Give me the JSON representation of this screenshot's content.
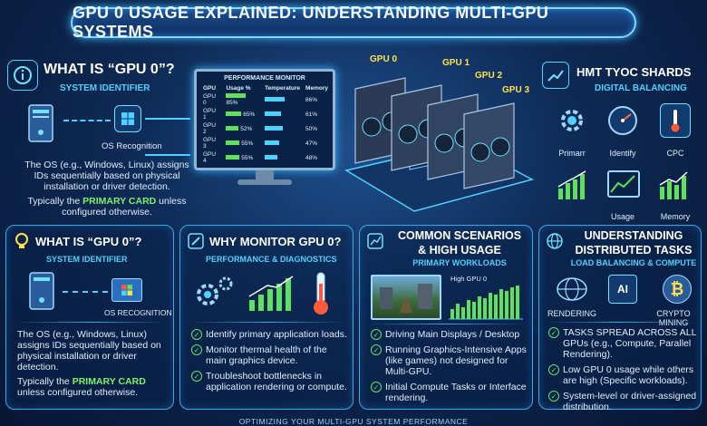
{
  "title": "GPU 0 Usage Explained: Understanding Multi-GPU Systems",
  "top_left": {
    "heading": "What is “GPU 0”?",
    "subheading": "System Identifier",
    "os_label": "OS Recognition",
    "text1": "The OS (e.g., Windows, Linux) assigns IDs sequentially based on physical installation or driver detection.",
    "text2_pre": "Typically the ",
    "text2_hl": "PRIMARY CARD",
    "text2_post": " unless configured otherwise."
  },
  "monitor": {
    "title": "Performance Monitor",
    "col_gpu": "GPU",
    "col_usage": "Usage %",
    "col_temp": "Temperature",
    "col_mem": "Memory",
    "rows": [
      {
        "gpu": "GPU 0",
        "usage": "85%",
        "mem": "86%"
      },
      {
        "gpu": "GPU 1",
        "usage": "65%",
        "mem": "61%"
      },
      {
        "gpu": "GPU 2",
        "usage": "52%",
        "mem": "50%"
      },
      {
        "gpu": "GPU 3",
        "usage": "55%",
        "mem": "47%"
      },
      {
        "gpu": "GPU 4",
        "usage": "55%",
        "mem": "48%"
      }
    ]
  },
  "gpu_labels": [
    "GPU 0",
    "GPU 1",
    "GPU 2",
    "GPU 3"
  ],
  "top_right": {
    "heading": "HMT TYOC SHARDS",
    "subheading": "Digital Balancing",
    "icons": [
      {
        "label": "Primarr",
        "icon": "gear-icon"
      },
      {
        "label": "Identify",
        "icon": "gauge-icon"
      },
      {
        "label": "CPC",
        "icon": "thermometer-icon"
      },
      {
        "label": "",
        "icon": "chart-icon"
      },
      {
        "label": "Usage",
        "icon": "monitor-chart-icon"
      },
      {
        "label": "Memory",
        "icon": "chart-icon"
      }
    ]
  },
  "panel1": {
    "heading": "What is “GPU 0”?",
    "subheading": "System Identifier",
    "os_label": "OS Recognition",
    "text1": "The OS (e.g., Windows, Linux) assigns IDs sequentially based on physical installation or driver detection.",
    "text2_pre": "Typically the ",
    "text2_hl": "PRIMARY CARD",
    "text2_post": " unless configured otherwise."
  },
  "panel2": {
    "heading": "Why Monitor GPU 0?",
    "subheading": "Performance & Diagnostics",
    "bullets": [
      "Identify primary application loads.",
      "Monitor thermal health of the main graphics device.",
      "Troubleshoot bottlenecks in application rendering or compute."
    ]
  },
  "panel3": {
    "heading_line1": "Common Scenarios",
    "heading_line2": "& High Usage",
    "subheading": "Primary Workloads",
    "chart_label": "High GPU 0",
    "bullets": [
      "Driving Main Displays / Desktop",
      "Running Graphics-Intensive Apps (like games) not designed for Multi-GPU.",
      "Initial Compute Tasks or Interface rendering."
    ]
  },
  "panel4": {
    "heading_line1": "Understanding",
    "heading_line2": "Distributed Tasks",
    "subheading": "Load Balancing & Compute",
    "icons": [
      {
        "label": "Rendering",
        "icon": "globe-icon"
      },
      {
        "label": "AI",
        "icon": "ai-chip-icon"
      },
      {
        "label": "Crypto Mining",
        "icon": "bitcoin-icon"
      }
    ],
    "bullets": [
      "TASKS SPREAD ACROSS ALL GPUs (e.g., Compute, Parallel Rendering).",
      "Low GPU 0 usage while others are high (Specific workloads).",
      "System-level or driver-assigned distribution."
    ]
  },
  "footer": "Optimizing Your Multi-GPU System Performance",
  "colors": {
    "accent": "#4fd2ff",
    "highlight": "#7cf06a",
    "border": "#3aa8e8"
  }
}
